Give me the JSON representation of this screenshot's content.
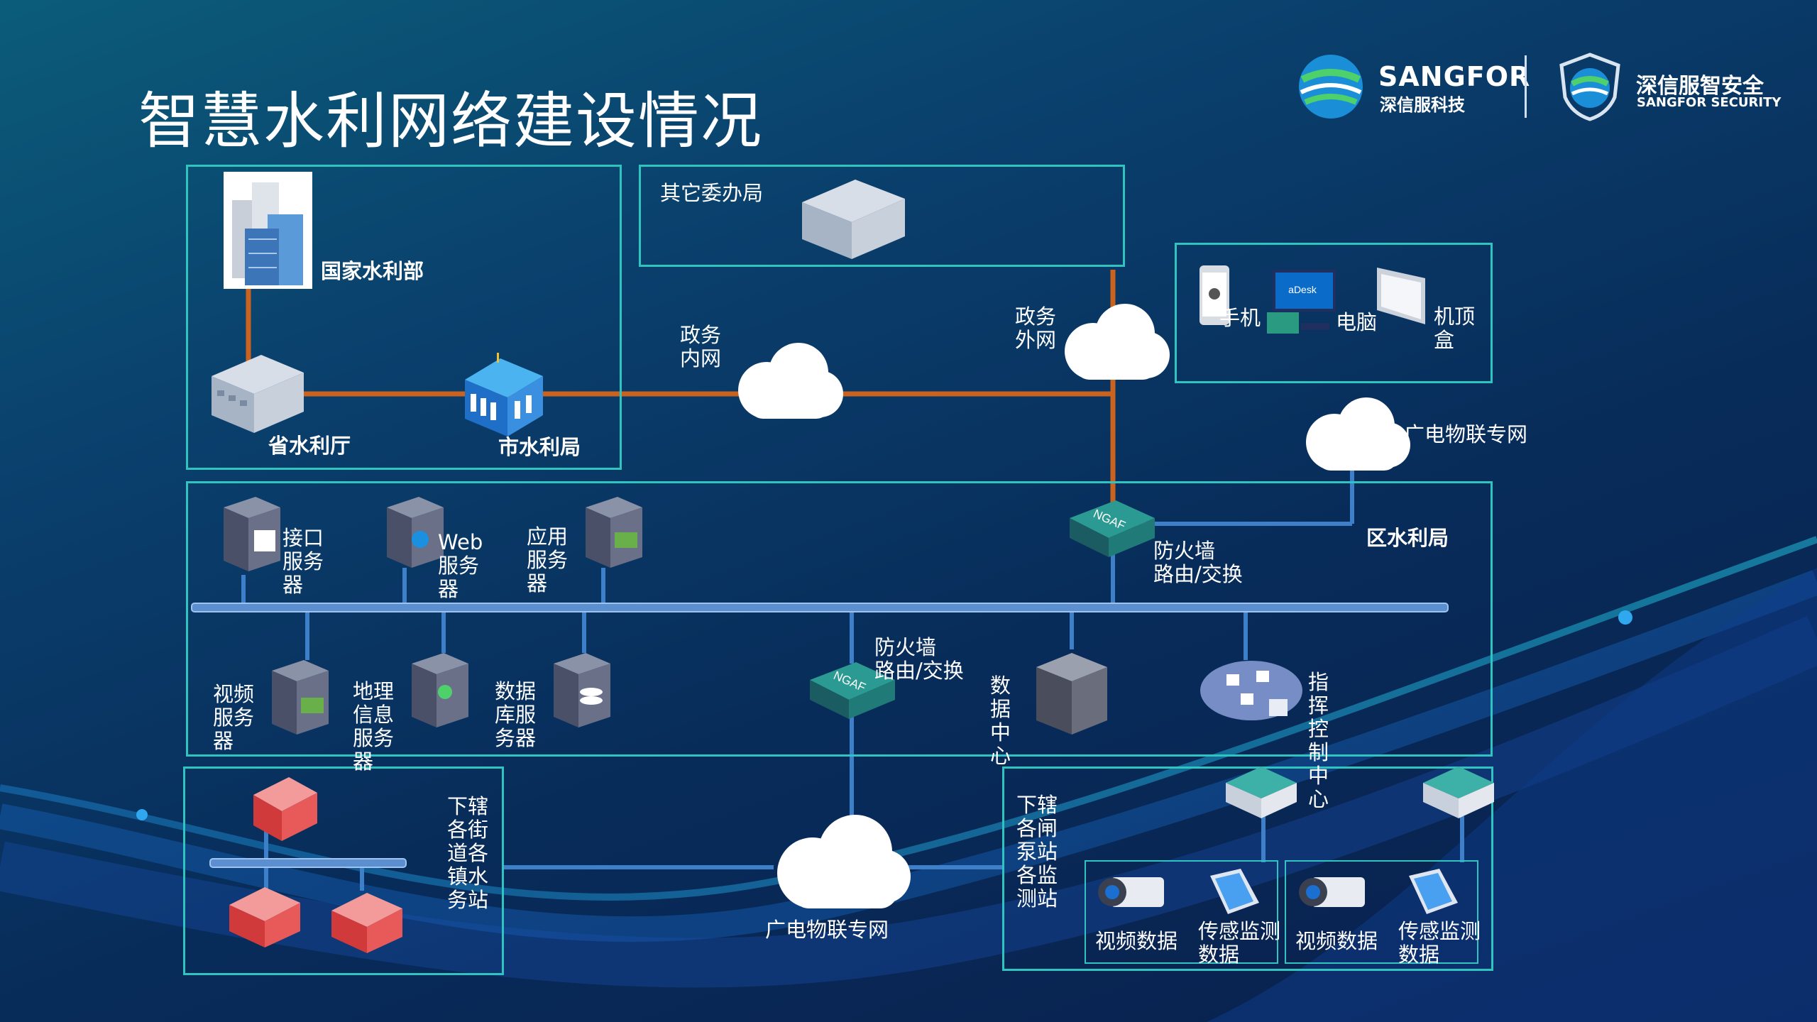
{
  "title": "智慧水利网络建设情况",
  "logos": {
    "sangfor": {
      "name": "SANGFOR",
      "sub": "深信服科技"
    },
    "security": {
      "name": "深信服智安全",
      "sub": "SANGFOR SECURITY"
    }
  },
  "top_left": {
    "ministry": "国家水利部",
    "province": "省水利厅",
    "city": "市水利局"
  },
  "other_bureaus": "其它委办局",
  "gov_intranet": "政务\n内网",
  "gov_extranet": "政务\n外网",
  "terminals": {
    "phone": "手机",
    "pc": "电脑",
    "pc_screen": "aDesk",
    "stb": "机顶\n盒"
  },
  "iot_network_top": "广电物联专网",
  "district": {
    "title": "区水利局",
    "fw_top": "防火墙\n路由/交换",
    "fw_mid": "防火墙\n路由/交换",
    "interface_server": "接口\n服务\n器",
    "web_server": "Web\n服务\n器",
    "app_server": "应用\n服务\n器",
    "video_server": "视频\n服务\n器",
    "gis_server": "地理\n信息\n服务\n器",
    "db_server": "数据\n库服\n务器",
    "datacenter": "数\n据\n中\n心",
    "command_center": "指\n挥\n控\n制\n中\n心",
    "ngaf": "NGAF"
  },
  "sub_stations": "下辖\n各街\n道各\n镇水\n务站",
  "iot_network_bottom": "广电物联专网",
  "pumping": {
    "title": "下辖\n各闸\n泵站\n各监\n测站",
    "video1": "视频数据",
    "sensor1": "传感监测\n数据",
    "video2": "视频数据",
    "sensor2": "传感监测\n数据"
  },
  "colors": {
    "border": "#2fc4c0",
    "link_orange": "#c9631f",
    "link_blue": "#3d7fc8",
    "bus": "#5b8fd0"
  }
}
